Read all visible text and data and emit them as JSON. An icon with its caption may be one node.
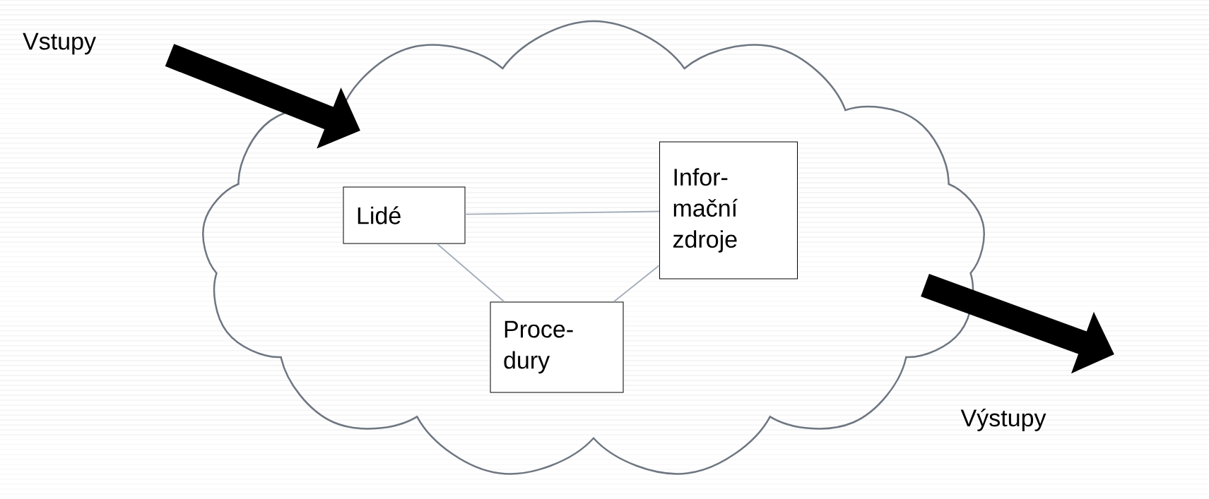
{
  "diagram": {
    "nodes": [
      {
        "text": [
          "Vstupy"
        ]
      },
      {
        "text": [],
        "shape": "cloud"
      },
      {
        "text": [
          "Lidé"
        ],
        "in": 1
      },
      {
        "text": [
          "Infor- mační zdroje"
        ],
        "in": 1
      },
      {
        "text": [
          "Proce- dury"
        ],
        "in": 1
      },
      {
        "text": [
          "Výstupy"
        ]
      }
    ],
    "edges": [
      {
        "from": 0,
        "to": 1,
        "arrow": "to",
        "style": "thick",
        "color": "#000000"
      },
      {
        "from": 2,
        "to": 3,
        "arrow": "none"
      },
      {
        "from": 2,
        "to": 4,
        "arrow": "none"
      },
      {
        "from": 4,
        "to": 3,
        "arrow": "none"
      },
      {
        "from": 1,
        "to": 5,
        "arrow": "to",
        "style": "thick",
        "color": "#000000"
      }
    ]
  }
}
